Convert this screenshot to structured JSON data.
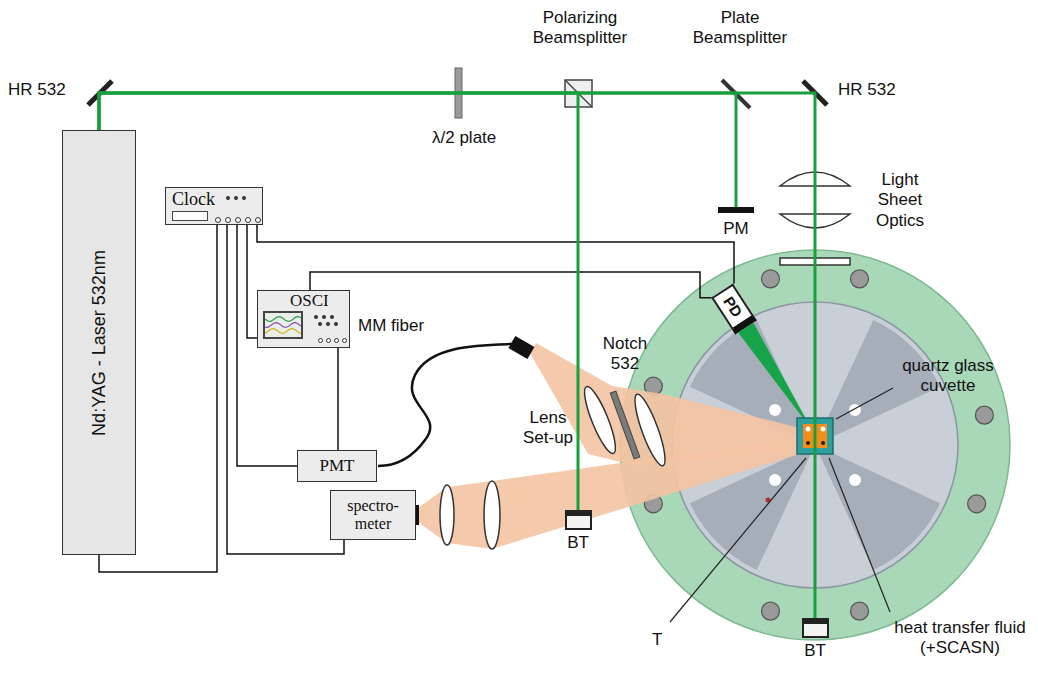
{
  "diagram": {
    "nodes": [
      {
        "text": [
          "Nd:YAG - Laser 532nm"
        ]
      },
      {
        "text": [
          "Clock"
        ]
      },
      {
        "text": [
          "OSCI"
        ]
      },
      {
        "text": [
          "PMT"
        ]
      },
      {
        "text": [
          "spectro- meter"
        ]
      },
      {
        "text": [
          "PD"
        ]
      },
      {
        "text": [
          "BT"
        ]
      },
      {
        "text": [
          "PM"
        ]
      },
      {
        "text": [
          "BT"
        ]
      }
    ],
    "edges": [
      {
        "from": 0,
        "to": 1,
        "arrow": "none"
      },
      {
        "from": 1,
        "to": 4,
        "arrow": "none"
      },
      {
        "from": 1,
        "to": 3,
        "arrow": "none"
      },
      {
        "from": 1,
        "to": 2,
        "arrow": "none"
      },
      {
        "from": 1,
        "to": 5,
        "arrow": "none"
      },
      {
        "from": 2,
        "to": 3,
        "arrow": "none"
      },
      {
        "from": 2,
        "to": 5,
        "arrow": "none"
      },
      {
        "from": 0,
        "to": 6,
        "arrow": "none"
      },
      {
        "from": 0,
        "to": 7,
        "arrow": "none"
      },
      {
        "from": 0,
        "to": 8,
        "arrow": "none"
      }
    ],
    "labels": [
      "HR 532",
      "Polarizing Beamsplitter",
      "Plate Beamsplitter",
      "HR 532",
      "λ/2 plate",
      "MM fiber",
      "Notch 532",
      "Lens Set-up",
      "Light Sheet Optics",
      "quartz glass cuvette",
      "T",
      "heat transfer fluid (+SCASN)"
    ]
  }
}
